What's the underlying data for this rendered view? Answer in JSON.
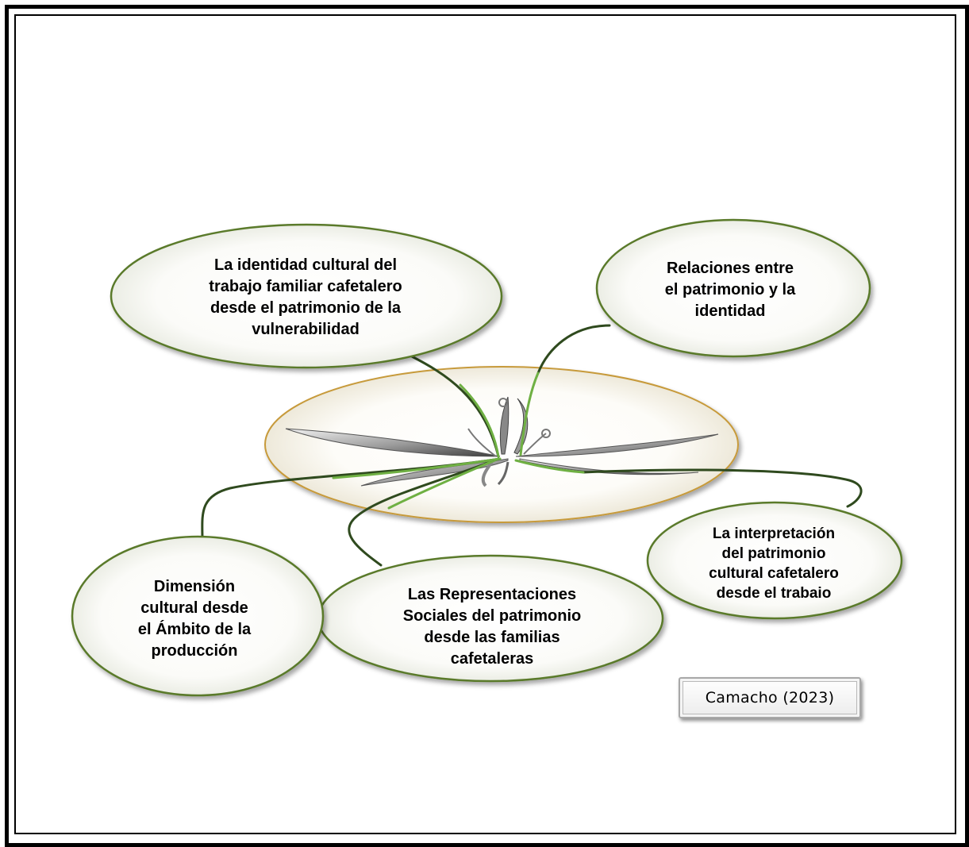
{
  "nodes": {
    "identity": "La identidad cultural del\ntrabajo familiar cafetalero\ndesde el patrimonio de la\nvulnerabilidad",
    "relations": "Relaciones entre\nel patrimonio y la\nidentidad",
    "interpretation": "La interpretación\ndel patrimonio\ncultural cafetalero\ndesde el trabaio",
    "representations": "Las Representaciones\nSociales del patrimonio\ndesde  las familias\ncafetaleras",
    "dimension": "Dimensión\ncultural desde\nel Ámbito de la\nproducción"
  },
  "source": "Camacho (2023)",
  "colors": {
    "node_border": "#5a7a2c",
    "center_border": "#c79a3a",
    "connector_light": "#6fb043",
    "connector_dark": "#2f4a1e"
  },
  "icons": {
    "center": "coffee-plant-icon"
  }
}
